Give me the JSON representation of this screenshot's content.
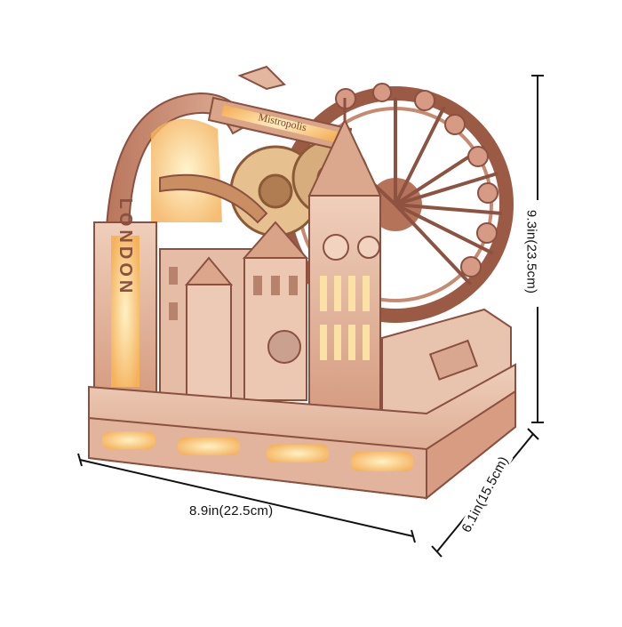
{
  "model": {
    "subject": "wooden mechanical marble-run model of London with Big Ben clock tower, ferris wheel, gears and lit base",
    "sign_text": "Mistropolis",
    "side_sign_text": "LONDON",
    "colors": {
      "wood_light": "#e9c3ac",
      "wood_mid": "#d59d82",
      "wood_dark": "#8a5040",
      "glow": "#ffd98a"
    }
  },
  "dimensions": {
    "height_label": "9.3in(23.5cm)",
    "width_label": "8.9in(22.5cm)",
    "depth_label": "6.1in(15.5cm)",
    "line_color": "#111111"
  }
}
